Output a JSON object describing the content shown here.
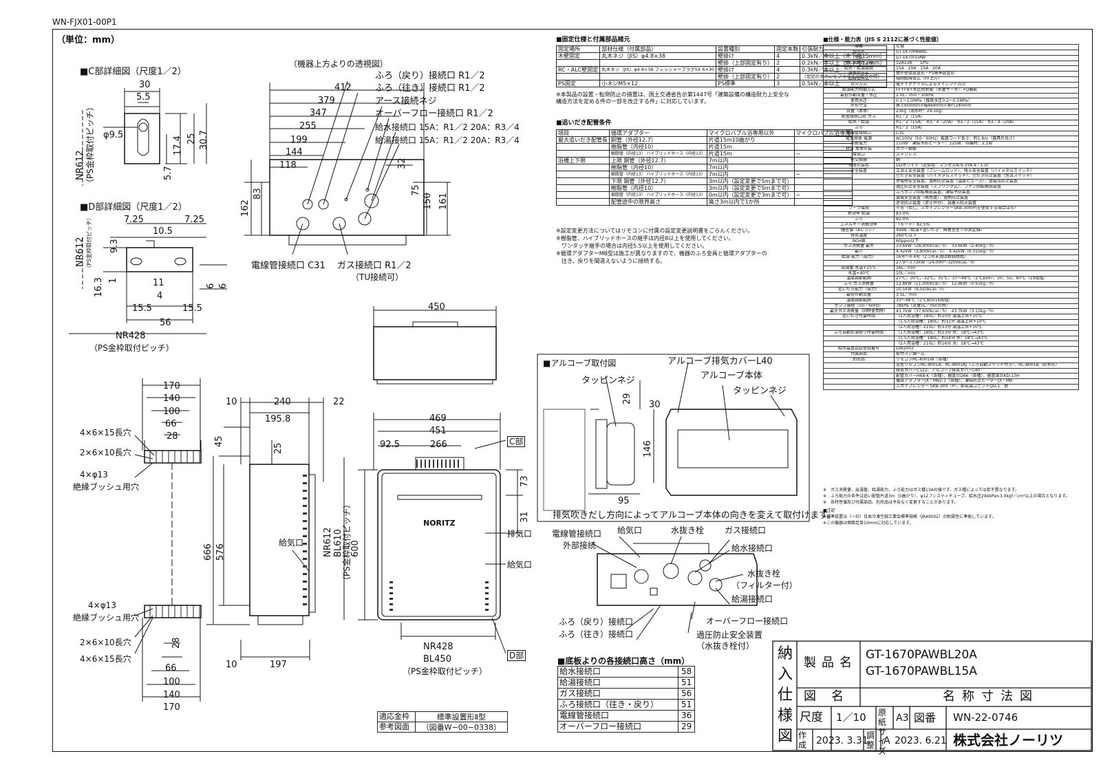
{
  "doc_code": "WN-FJX01-00P1",
  "unit_label": "（単位：mm）",
  "section_c_title": "■C部詳細図（尺度1／2）",
  "section_d_title": "■D部詳細図（尺度1／2）",
  "top_view_title": "（機器上方よりの透視図）",
  "c_detail": {
    "dims": [
      "30",
      "5.5",
      "φ9.5",
      "17.4",
      "25",
      "30.7",
      "5.7"
    ],
    "pitch": "NR612",
    "pitch_note": "（PS金枠取付ピッチ）"
  },
  "d_detail": {
    "dims": [
      "7.25",
      "7.25",
      "10.5",
      "9.3",
      "16.3",
      "1",
      "11",
      "4",
      "6",
      "6",
      "15.5",
      "15.5",
      "56"
    ],
    "pitch": "NR612",
    "pitch_note": "（PS金枠取付ピッチ）",
    "bottom_pitch": "NR428",
    "bottom_note": "（PS金枠取付ピッチ）"
  },
  "top_dims": [
    "412",
    "379",
    "347",
    "255",
    "199",
    "144",
    "118",
    "32",
    "83",
    "162",
    "75",
    "150",
    "161"
  ],
  "top_callouts": [
    "ふろ（戻り）接続口 R1／2",
    "ふろ（往き）接続口 R1／2",
    "アース接続ネジ",
    "オーバーフロー接続口 R1／2",
    "給水接続口 15A：R1／2 20A：R3／4",
    "給湯接続口 15A：R1／2 20A：R3／4"
  ],
  "top_bottom_labels": [
    "電線管接続口 C31",
    "ガス接続口 R1／2",
    "（TU接続可）"
  ],
  "front_top_width": "450",
  "bracket_dims": [
    "170",
    "140",
    "100",
    "66",
    "28"
  ],
  "bracket_bottom_dims": [
    "28",
    "66",
    "100",
    "140",
    "170"
  ],
  "bracket_labels": [
    "4×6×15長穴",
    "2×6×10長穴",
    "4×φ13",
    "絶縁ブッシュ用穴"
  ],
  "bracket_bottom_labels": [
    "4×φ13",
    "絶縁ブッシュ用穴",
    "2×6×10長穴",
    "4×6×15長穴"
  ],
  "side_dims": [
    "10",
    "240",
    "22",
    "195.8",
    "45",
    "25",
    "666",
    "576",
    "10",
    "197"
  ],
  "side_label": "給気口",
  "front_dims": [
    "469",
    "451",
    "92.5",
    "266",
    "73",
    "31",
    "600"
  ],
  "front_pitch": [
    "NR612",
    "BL610",
    "（PS金枠取付ピッチ）"
  ],
  "front_bottom_pitch": [
    "NR428",
    "BL450",
    "（PS金枠取付ピッチ）"
  ],
  "front_labels": {
    "c_part": "C部",
    "d_part": "D部",
    "exhaust": "排気口",
    "intake": "給気口",
    "brand": "NORITZ"
  },
  "alcove": {
    "title": "■アルコーブ取付図",
    "cover": "アルコーブ排気カバーL40",
    "body": "アルコーブ本体",
    "screw1": "タッピンネジ",
    "screw2": "タッピンネジ",
    "dims": [
      "29",
      "30",
      "146",
      "95"
    ],
    "note": "排気吹きだし方向によってアルコーブ本体の向きを変えて取付けます。"
  },
  "bottom_view_labels": [
    "電線管接続口",
    "外部接続",
    "給気口",
    "水抜き栓",
    "ガス接続口",
    "給水接続口",
    "水抜き栓",
    "（フィルター付）",
    "給湯接続口",
    "ふろ（戻り）接続口",
    "ふろ（往き）接続口",
    "オーバーフロー接続口",
    "過圧防止安全装置",
    "（水抜き栓付）"
  ],
  "fixing_table": {
    "title": "■固定仕様と付属部品諸元",
    "headers": [
      "固定場所",
      "部材仕様（付属部品）",
      "設置種別",
      "固定本数",
      "引張耐力"
    ],
    "rows": [
      [
        "木壁固定",
        "丸木ネジ（JIS）φ4.8×38",
        "壁掛け",
        "4",
        "0.3kN／本以上（木下地15mm）"
      ],
      [
        "",
        "",
        "壁掛（上部固定有り）",
        "2",
        "0.2kN／本以上（木下地12mm）"
      ],
      [
        "RC・ALC壁固定",
        "丸木ネジ（JIS）φ4.8×38 フィッシャープラグSX 6×30",
        "壁掛け",
        "4",
        "0.3kN／本以上"
      ],
      [
        "",
        "",
        "壁掛（上部固定有り）",
        "2",
        "（左記の木ネジとプラグとの組合せ時）"
      ],
      [
        "PS固定",
        "小ネジM5×12",
        "PS標準",
        "3",
        "0.5kN／本以上"
      ]
    ],
    "note": "※本製品の設置・転倒防止の措置は、国土交通省告示第1447号「建築設備の構造耐力上安全な構造方法を定める件の一部を改正する件」に対応しています。"
  },
  "piping_table": {
    "title": "■追いだき配管条件",
    "headers": [
      "項目",
      "循環アダプター",
      "マイクロバブル浴専用以外",
      "マイクロバブル浴専用"
    ],
    "rows": [
      [
        "最大追いだき配管長",
        "銅管（外径12.7）",
        "片道15m10曲がり",
        ""
      ],
      [
        "",
        "樹脂管（内径10）",
        "片道15m",
        ""
      ],
      [
        "",
        "樹脂管（内径13） ハイブリッドホース（内径13）",
        "片道15m",
        "−"
      ],
      [
        "浴槽上下限",
        "上限 銅管（外径12.7）",
        "7m以内",
        ""
      ],
      [
        "",
        "樹脂管（内径10）",
        "7m以内",
        ""
      ],
      [
        "",
        "樹脂管（内径13） ハイブリッドホース（内径13）",
        "7m以内",
        "−"
      ],
      [
        "",
        "下限 銅管（外径12.7）",
        "3m以内（設定変更で5mまで可）",
        ""
      ],
      [
        "",
        "樹脂管（内径10）",
        "3m以内（設定変更で5mまで可）",
        ""
      ],
      [
        "",
        "樹脂管（内径13） ハイブリッドホース（内径13）",
        "0m以内（設定変更で3mまで可）",
        "−"
      ],
      [
        "",
        "配管途中の限界高さ",
        "高さ3m以内で1か所",
        ""
      ]
    ],
    "notes": [
      "※設定変更方法についてはリモコンに付属の設定変更説明書をごらんください。",
      "※樹脂管、ハイブリッドホースの継手は内径8以上を使用してください。",
      "　ワンタッチ継手の場合は内径5.5以上を使用してください。",
      "※循環アダプターMB型は施工が異なりますので、機器のふろ金具と循環アダプターの",
      "　往き、戻りを間違えないように接続する。"
    ]
  },
  "height_table": {
    "title": "■底板よりの各接続口高さ（mm）",
    "rows": [
      [
        "給水接続口",
        "58"
      ],
      [
        "給湯接続口",
        "51"
      ],
      [
        "ガス接続口",
        "56"
      ],
      [
        "ふろ接続口（往き・戻り）",
        "51"
      ],
      [
        "電線管接続口",
        "36"
      ],
      [
        "オーバーフロー接続口",
        "29"
      ]
    ]
  },
  "install_ref": {
    "r1": [
      "適応金枠",
      "標準設置形Ⅱ型"
    ],
    "r2": [
      "参考図面",
      "（図番W−00−0338）"
    ]
  },
  "spec_table": {
    "title": "■仕様・能力表（JIS S 2112に基づく性能値）",
    "rows": [
      [
        "項目",
        "仕様"
      ],
      [
        "製品名",
        "GT-1670PAWBL"
      ],
      [
        "型式",
        "GT-1670(S)AW"
      ],
      [
        "型式品用ガス種",
        "12A13A　　LPG"
      ],
      [
        "給水・給湯接続",
        "15A　20A　15A　20A"
      ],
      [
        "設置の方式",
        "屋外壁掛設置形・PS標準設置形"
      ],
      [
        "給排気方式",
        "強制給排気式（FF上方）"
      ],
      [
        "点火方式",
        "電子イグナイタによるダイレクト点火"
      ],
      [
        "給湯能力制御方式",
        "FF+FB+水比例制御（水量サーボ）+Q機能"
      ],
      [
        "最低作動流量・水圧",
        "2.0L／min・10kPa"
      ],
      [
        "使用水圧",
        "0.1〜1.0MPa（推奨水圧0.2〜0.5MPa）"
      ],
      [
        "外形寸法",
        "高さ600mm×幅469mm×奥行240mm"
      ],
      [
        "質量（本体）",
        "23kg（満水時：24.1kg）"
      ],
      [
        "配管接続口径 ガス",
        "R1／2（15A）"
      ],
      [
        "給水・給湯",
        "R1／2（15A）　R3／4（20A）　R1／2（15A）　R3／4（20A）"
      ],
      [
        "ふろ",
        "R1／2（15A）"
      ],
      [
        "電線管接続口",
        "C31"
      ],
      [
        "電気関係 電源",
        "AC100V（50／60Hz）電源コード長さ：約1.8m（器具外長さ）"
      ],
      [
        "消費電力",
        "110W　凍結予防ヒーター：125W　待機時：2.1W"
      ],
      [
        "材質 本体外装",
        "カラー鋼板"
      ],
      [
        "接気口",
        "ステンレス"
      ],
      [
        "熱交換器",
        "銅"
      ],
      [
        "本体外装色",
        "GDホワイト（近似色：マンセルN-9.3Y8.4／1.0）"
      ],
      [
        "安全装置",
        "立消え安全装置（フレームロッド）、残火安全装置（バイメタルスイッチ）"
      ],
      [
        "",
        "空だき安全装置（バイメタルスイッチ）、空だき防止装置（水流スイッチ）"
      ],
      [
        "",
        "停電時安全装置、過熱防止装置（温度ヒューズ）、過電流防止装置"
      ],
      [
        "",
        "過圧防止安全装置（スプリング式）、ファン回転検出装置"
      ],
      [
        "",
        "ふろポンプ回転検出装置、凍結予防装置"
      ],
      [
        "",
        "漏電安全装置（高感度）、過熱防止装置"
      ],
      [
        "",
        "逆流防止装置（逆止弁付）、誤着火防止装置"
      ],
      [
        "ソーラ接続",
        "不可（但し、スカイプレンダーSKB-300(P)を使用する場合は可）"
      ],
      [
        "熱効率 給湯",
        "83.0%"
      ],
      [
        "ふろ",
        "82.0%"
      ],
      [
        "エネルギー消費効率",
        "（モード）82.5%"
      ],
      [
        "騒音値（Aレンジ）",
        "49dB（給湯+追いだき：無響音室での測定値）"
      ],
      [
        "排気温度",
        "260℃以下"
      ],
      [
        "NOx値",
        "60ppm以下"
      ],
      [
        "ガス消費量 最大",
        "33.6kW（28,900kcal／h）　33.6kW（2.40kg／h）"
      ],
      [
        "最小",
        "4.42kW（3,800kcal／h）　4.42kW（0.315kg／h）"
      ],
      [
        "給湯 能力（出力）",
        "16号〜0.4号（2.1号未満は断続燃焼）"
      ],
      [
        "",
        "27.9〜3.72kW（24,000〜3200kcal／h）"
      ],
      [
        "出湯量 水温+25℃",
        "16L／min"
      ],
      [
        "水温+40℃",
        "10L／min"
      ],
      [
        "温度調節範囲",
        "27℃、30℃、32℃、35℃、37〜48℃（1℃刻み）、50、55、60℃（19段階）"
      ],
      [
        "ふろ ガス消費量",
        "12.8kW（11,000kcal／h）　12.8kW（0.91kg／h）"
      ],
      [
        "追いだき能力（出力）",
        "10.5kW（9,020kcal／h）"
      ],
      [
        "最低作動流量",
        "3.5L／min"
      ],
      [
        "温度調節範囲",
        "33〜48℃（1℃刻み16段階）"
      ],
      [
        "ポンプ揚程（50／60Hz）",
        "78kPa（流量5L／minの時）"
      ],
      [
        "最大ガス消費量（同時使用時）",
        "43.7kW（37,600kcal／h）　43.7kW（3.12kg／h）"
      ],
      [
        "追いだき所要時間",
        "（1人用浴槽：180L）約10分 湯温上昇+10℃"
      ],
      [
        "",
        "（1.5人用浴槽：180L）約11分 湯温上昇+10℃"
      ],
      [
        "",
        "（2人用浴槽：210L）約13分 湯温上昇+10℃"
      ],
      [
        "ふろ自動お湯張り所要時間",
        "（1人用浴槽：180L）約13分 水：18℃→43℃"
      ],
      [
        "",
        "（1.5人用浴槽：180L）約14分 水：18℃→43℃"
      ],
      [
        "",
        "（2人用浴槽：210L）約16分 水：18℃→43℃"
      ],
      [
        "給水装置認証登録番号",
        "GW2003"
      ],
      [
        "付属部品",
        "取付ネジ類一式"
      ],
      [
        "別売品",
        "リモコンRC-K001W（各種）"
      ],
      [
        "",
        "浴室リモコンRC-8001A、RC-8001AJ（ふろ自動スイッチ付き）、RC-8001B（防水形）"
      ],
      [
        "",
        "排気カバーC122、アルコーブ排気カバーL40"
      ],
      [
        "",
        "配管カバーH68-K（各種）、据置台D66（各種）、据置架台KD-13H"
      ],
      [
        "",
        "循環アダプターJX・MB2-1（各種）、凍結防止ヒーターJX・MB"
      ],
      [
        "",
        "スカイプレンダー SKB-300（P）、即出湯ユニットQU-1　他"
      ]
    ],
    "notes": [
      "※　ガス消費量、出湯量、給湯能力、ふろ能力はガス種13Aの値です。ガス種によっては若干異なります。",
      "※　ふろ能力の条件は追い配管片道3m（5曲がり）、φ12.7システィチューブ、給水圧294kPa≒3.0kgf／cm²以上の場合となります。",
      "※　各特性値及び付属部品、別売品は予告なく変更することがあります。"
    ],
    "notes2_title": "■注記",
    "notes2": [
      "※標準設置は（一社）日本冷凍空調工業会標準規格（JRA9002）の耐震性に準拠しています。",
      "※この機器は側面足掛10mmに対応しています。"
    ]
  },
  "title_block": {
    "side": [
      "納",
      "入",
      "仕",
      "様",
      "図"
    ],
    "product_label": "製品名",
    "product_names": [
      "GT-1670PAWBL20A",
      "GT-1670PAWBL15A"
    ],
    "drawing_label": "図名",
    "drawing_name": "名称寸法図",
    "scale_label": "尺度",
    "scale": "1／10",
    "paper_label": "原紙サイズ",
    "paper": "A3",
    "number_label": "図番",
    "number": "WN-22-0746",
    "made_label": "作成",
    "made_date": "2023. 3.31",
    "check_label": "調整",
    "rev": "A",
    "rev_date": "2023. 6.21",
    "company": "株式会社ノーリツ"
  }
}
